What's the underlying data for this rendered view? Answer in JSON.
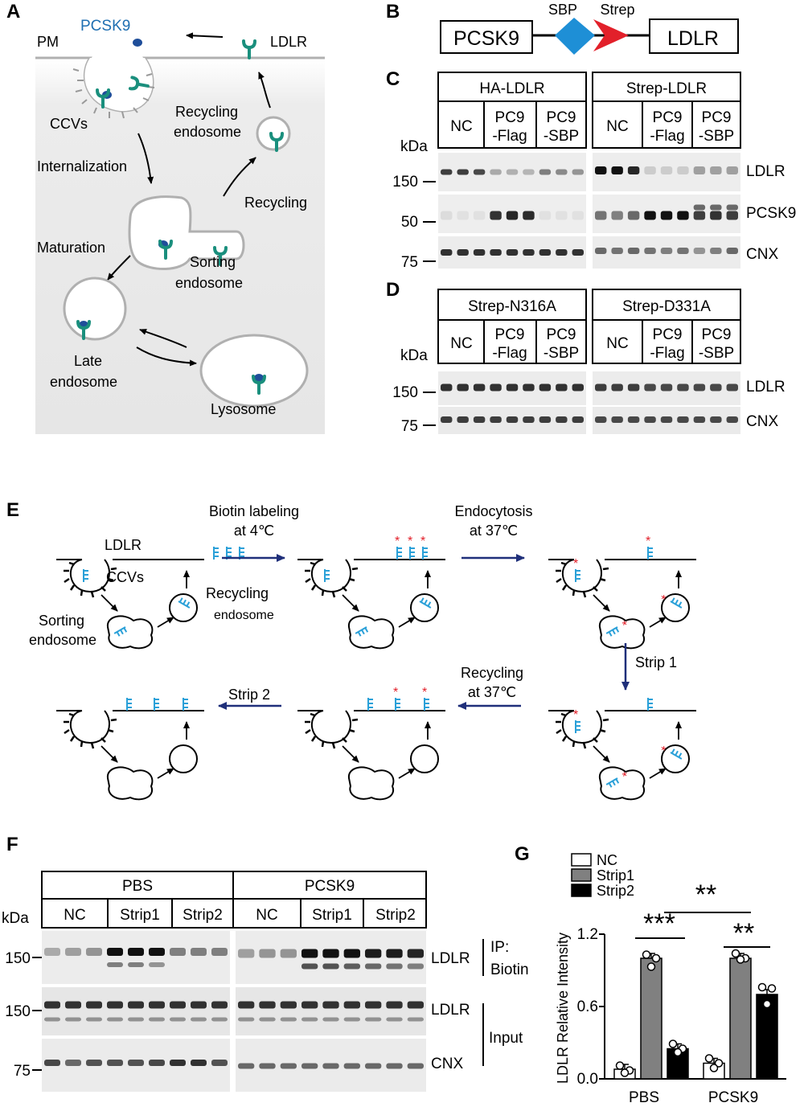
{
  "panel_labels": {
    "a": "A",
    "b": "B",
    "c": "C",
    "d": "D",
    "e": "E",
    "f": "F",
    "g": "G"
  },
  "panel_a": {
    "pcsk9": "PCSK9",
    "pm": "PM",
    "ldlr": "LDLR",
    "ccvs": "CCVs",
    "internalization": "Internalization",
    "recycling_endosome_1": "Recycling",
    "recycling_endosome_2": "endosome",
    "recycling": "Recycling",
    "maturation": "Maturation",
    "sorting_1": "Sorting",
    "sorting_2": "endosome",
    "late_1": "Late",
    "late_2": "endosome",
    "lysosome": "Lysosome",
    "colors": {
      "pcsk9": "#1f6fb2",
      "ldlr": "#1a8f7d",
      "cell": "#ececec",
      "membrane": "#b0b0b0"
    }
  },
  "panel_b": {
    "pcsk9": "PCSK9",
    "sbp": "SBP",
    "strep": "Strep",
    "ldlr": "LDLR",
    "colors": {
      "sbp": "#1e8fd6",
      "strep": "#e2202a"
    }
  },
  "panel_c": {
    "groups": [
      "HA-LDLR",
      "Strep-LDLR"
    ],
    "lanes": {
      "nc": "NC",
      "flag_1": "PC9",
      "flag_2": "-Flag",
      "sbp_1": "PC9",
      "sbp_2": "-SBP"
    },
    "kda": "kDa",
    "markers": [
      "150",
      "50",
      "75"
    ],
    "rows": [
      "LDLR",
      "PCSK9",
      "CNX"
    ]
  },
  "panel_d": {
    "groups": [
      "Strep-N316A",
      "Strep-D331A"
    ],
    "kda": "kDa",
    "markers": [
      "150",
      "75"
    ],
    "rows": [
      "LDLR",
      "CNX"
    ]
  },
  "panel_e": {
    "step1_1": "Biotin labeling",
    "step1_2": "at 4℃",
    "step2_1": "Endocytosis",
    "step2_2": "at 37℃",
    "strip1": "Strip 1",
    "step4_1": "Recycling",
    "step4_2": "at 37℃",
    "strip2": "Strip 2",
    "ldlr": "LDLR",
    "ccvs": "CCVs",
    "recycling_1": "Recycling",
    "recycling_2": "endosome",
    "sorting_1": "Sorting",
    "sorting_2": "endosome",
    "colors": {
      "receptor": "#2aa0d8",
      "biotin": "#e2202a",
      "arrow": "#1f2f7a"
    }
  },
  "panel_f": {
    "treatments": [
      "PBS",
      "PCSK9"
    ],
    "lanes": [
      "NC",
      "Strip1",
      "Strip2"
    ],
    "kda": "kDa",
    "markers": [
      "150",
      "150",
      "75"
    ],
    "rows": [
      "LDLR",
      "LDLR",
      "CNX"
    ],
    "ip_1": "IP:",
    "ip_2": "Biotin",
    "input": "Input"
  },
  "chart_data": {
    "type": "bar",
    "categories": [
      "PBS",
      "PCSK9"
    ],
    "series": [
      {
        "name": "NC",
        "values": [
          0.08,
          0.13
        ],
        "points": [
          [
            0.11,
            0.07,
            0.05
          ],
          [
            0.17,
            0.13,
            0.09
          ]
        ],
        "color": "#ffffff"
      },
      {
        "name": "Strip1",
        "values": [
          1.0,
          1.0
        ],
        "points": [
          [
            1.03,
            1.0,
            0.93
          ],
          [
            1.04,
            1.0,
            0.99
          ]
        ],
        "color": "#808080"
      },
      {
        "name": "Strip2",
        "values": [
          0.25,
          0.7
        ],
        "points": [
          [
            0.29,
            0.25,
            0.22
          ],
          [
            0.76,
            0.75,
            0.62
          ]
        ],
        "color": "#000000"
      }
    ],
    "ylabel": "LDLR Relative Intensity",
    "ylim": [
      0,
      1.2
    ],
    "yticks": [
      "1.2",
      "0.6",
      "0.0"
    ],
    "legend": "top-left",
    "significance": {
      "pbs": "***",
      "pcsk9": "**",
      "between": "**"
    }
  }
}
